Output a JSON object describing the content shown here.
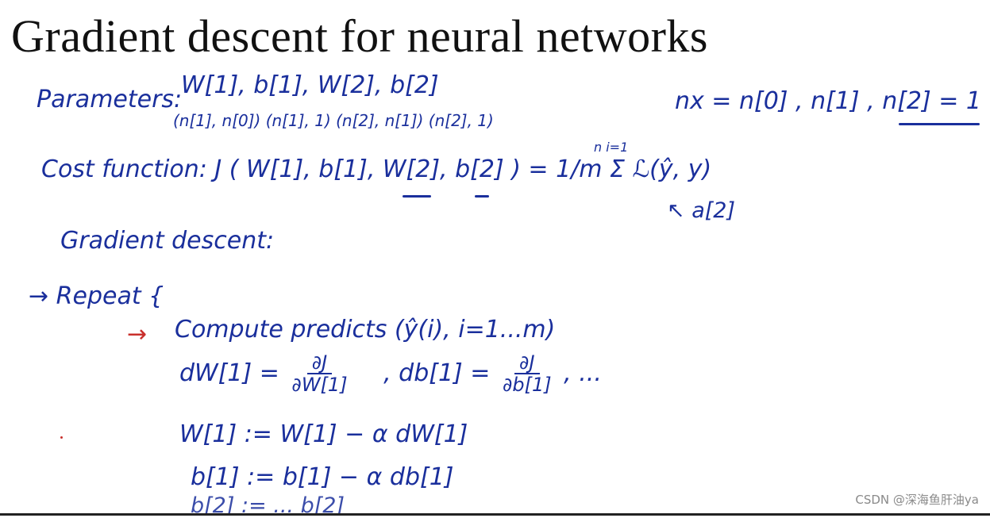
{
  "title": "Gradient descent for neural networks",
  "params": {
    "label": "Parameters:",
    "list": "W[1], b[1], W[2], b[2]",
    "dims": "(n[1], n[0])   (n[1], 1)   (n[2], n[1])   (n[2], 1)",
    "sizes": "nx = n[0] , n[1] , n[2] = 1"
  },
  "cost": {
    "text": "Cost function: J ( W[1], b[1], W[2], b[2] ) = 1/m Σ ℒ(ŷ, y)",
    "sum_limits": "n  i=1",
    "annotation": "↖ a[2]"
  },
  "gd": {
    "label": "Gradient descent:",
    "repeat": "→ Repeat {",
    "compute": "Compute predicts (ŷ(i), i=1...m)",
    "dW_lhs": "dW[1] =",
    "dW_num": "∂J",
    "dW_den": "∂W[1]",
    "db_lhs": ", db[1] =",
    "db_num": "∂J",
    "db_den": "∂b[1]",
    "ellipsis": ", ...",
    "updateW": "W[1] := W[1] − α dW[1]",
    "updateb": "b[1] := b[1] − α db[1]",
    "partial_line": "b[2] := ... b[2]"
  },
  "watermark": "CSDN @深海鱼肝油ya"
}
